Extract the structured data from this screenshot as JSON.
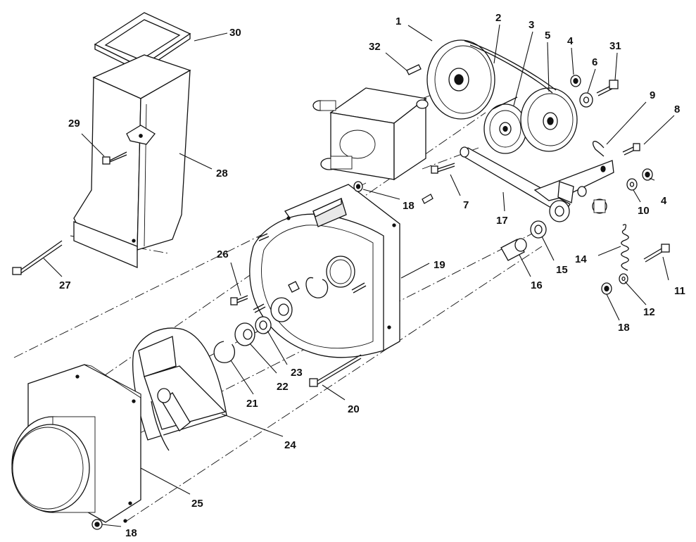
{
  "diagram": {
    "type": "exploded-parts-diagram",
    "callouts": [
      {
        "id": "c1",
        "text": "1"
      },
      {
        "id": "c2",
        "text": "2"
      },
      {
        "id": "c3",
        "text": "3"
      },
      {
        "id": "c4a",
        "text": "4"
      },
      {
        "id": "c4b",
        "text": "4"
      },
      {
        "id": "c5",
        "text": "5"
      },
      {
        "id": "c6",
        "text": "6"
      },
      {
        "id": "c7",
        "text": "7"
      },
      {
        "id": "c8",
        "text": "8"
      },
      {
        "id": "c9",
        "text": "9"
      },
      {
        "id": "c10",
        "text": "10"
      },
      {
        "id": "c11",
        "text": "11"
      },
      {
        "id": "c12",
        "text": "12"
      },
      {
        "id": "c14",
        "text": "14"
      },
      {
        "id": "c15",
        "text": "15"
      },
      {
        "id": "c16",
        "text": "16"
      },
      {
        "id": "c17",
        "text": "17"
      },
      {
        "id": "c18a",
        "text": "18"
      },
      {
        "id": "c18b",
        "text": "18"
      },
      {
        "id": "c18c",
        "text": "18"
      },
      {
        "id": "c19",
        "text": "19"
      },
      {
        "id": "c20",
        "text": "20"
      },
      {
        "id": "c21",
        "text": "21"
      },
      {
        "id": "c22",
        "text": "22"
      },
      {
        "id": "c23",
        "text": "23"
      },
      {
        "id": "c24",
        "text": "24"
      },
      {
        "id": "c25",
        "text": "25"
      },
      {
        "id": "c26",
        "text": "26"
      },
      {
        "id": "c27",
        "text": "27"
      },
      {
        "id": "c28",
        "text": "28"
      },
      {
        "id": "c29",
        "text": "29"
      },
      {
        "id": "c30",
        "text": "30"
      },
      {
        "id": "c31",
        "text": "31"
      },
      {
        "id": "c32",
        "text": "32"
      }
    ]
  }
}
